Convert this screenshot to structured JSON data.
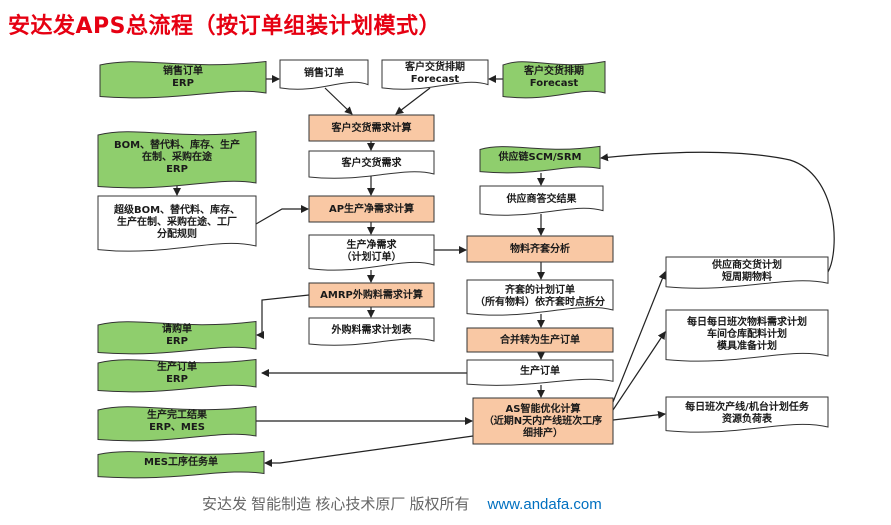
{
  "title": "安达发APS总流程（按订单组装计划模式）",
  "footer": {
    "text": "安达发  智能制造 核心技术原厂   版权所有",
    "url": "www.andafa.com"
  },
  "colors": {
    "green": "#8fce6d",
    "orange": "#f9c8a4",
    "border": "#333333",
    "arrow": "#222222",
    "title": "#e60012"
  },
  "nodes": {
    "erp_sales": [
      "销售订单",
      "ERP"
    ],
    "sales_order": [
      "销售订单"
    ],
    "forecast_doc": [
      "客户交货排期",
      "Forecast"
    ],
    "forecast_in": [
      "客户交货排期",
      "Forecast"
    ],
    "calc_customer": [
      "客户交货需求计算"
    ],
    "bom_in": [
      "BOM、替代料、库存、生产",
      "在制、采购在途",
      "ERP"
    ],
    "customer_demand": [
      "客户交货需求"
    ],
    "supply_srm": [
      "供应链SCM/SRM"
    ],
    "super_bom": [
      "超级BOM、替代料、库存、",
      "生产在制、采购在途、工厂",
      "分配规则"
    ],
    "ap_calc": [
      "AP生产净需求计算"
    ],
    "supplier_result": [
      "供应商答交结果"
    ],
    "net_demand": [
      "生产净需求",
      "（计划订单）"
    ],
    "kit_analysis": [
      "物料齐套分析"
    ],
    "supplier_plan": [
      "供应商交货计划",
      "短周期物料"
    ],
    "amrp_calc": [
      "AMRP外购料需求计算"
    ],
    "kit_orders": [
      "齐套的计划订单",
      "（所有物料）依齐套时点拆分"
    ],
    "purchase_erp": [
      "请购单",
      "ERP"
    ],
    "purchase_plan": [
      "外购料需求计划表"
    ],
    "merge_order": [
      "合并转为生产订单"
    ],
    "daily_plan": [
      "每日每日班次物料需求计划",
      "车间仓库配料计划",
      "模具准备计划"
    ],
    "prod_order_erp": [
      "生产订单",
      "ERP"
    ],
    "prod_order": [
      "生产订单"
    ],
    "finish_erp": [
      "生产完工结果",
      "ERP、MES"
    ],
    "as_calc": [
      "AS智能优化计算",
      "（近期N天内产线班次工序",
      "细排产）"
    ],
    "line_task": [
      "每日班次产线/机台计划任务",
      "资源负荷表"
    ],
    "mes_task": [
      "MES工序任务单"
    ]
  }
}
